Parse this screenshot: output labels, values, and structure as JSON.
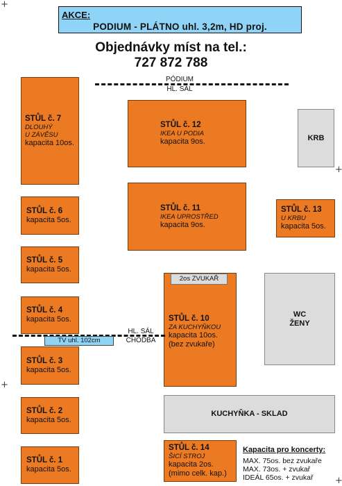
{
  "marks": {
    "crop": "+"
  },
  "banner": {
    "title": "AKCE:",
    "subtitle": "PODIUM - PLÁTNO uhl. 3,2m, HD proj."
  },
  "order": {
    "line1": "Objednávky míst na tel.:",
    "line2": "727 872 788"
  },
  "zones": {
    "podium_top": "PÓDIUM",
    "hall_top": "HL. SÁL",
    "hall_mid": "HL. SÁL",
    "corridor": "CHODBA"
  },
  "tables": [
    {
      "id": "t7",
      "name": "STŮL č. 7",
      "note1": "DLOUHÝ",
      "note2": "U ZÁVĚSU",
      "cap": "kapacita 10os."
    },
    {
      "id": "t12",
      "name": "STŮL č. 12",
      "note1": "IKEA U PODIA",
      "cap": "kapacita 9os."
    },
    {
      "id": "t11",
      "name": "STŮL č. 11",
      "note1": "IKEA UPROSTŘED",
      "cap": "kapacita 9os."
    },
    {
      "id": "t13",
      "name": "STŮL č. 13",
      "note1": "U KRBU",
      "cap": "kapacita 5os."
    },
    {
      "id": "t6",
      "name": "STŮL č. 6",
      "cap": "kapacita 5os."
    },
    {
      "id": "t5",
      "name": "STŮL č. 5",
      "cap": "kapacita 5os."
    },
    {
      "id": "t4",
      "name": "STŮL č. 4",
      "cap": "kapacita 5os."
    },
    {
      "id": "t10",
      "name": "STŮL č. 10",
      "note1": "ZA KUCHYŇKOU",
      "cap": "kapacita 10os.",
      "cap2": "(bez zvukaře)"
    },
    {
      "id": "t3",
      "name": "STŮL č. 3",
      "cap": "kapacita 5os."
    },
    {
      "id": "t2",
      "name": "STŮL č. 2",
      "cap": "kapacita 5os."
    },
    {
      "id": "t1",
      "name": "STŮL č. 1",
      "cap": "kapacita 5os."
    },
    {
      "id": "t14",
      "name": "STŮL č. 14",
      "note1": "ŠICÍ STROJ",
      "cap": "kapacita 2os.",
      "cap2": "(mimo celk. kap.)"
    }
  ],
  "rooms": {
    "krb": "KRB",
    "wc1": "WC",
    "wc2": "ŽENY",
    "kuchynka": "KUCHYŇKA - SKLAD",
    "zvukar": "2os ZVUKAŘ",
    "tv": "TV uhl. 102cm"
  },
  "capacity": {
    "title": "Kapacita pro koncerty:",
    "lines": [
      "MAX. 75os. bez zvukaře",
      "MAX. 73os. + zvukař",
      "IDEÁL 65os. + zvukař"
    ]
  },
  "colors": {
    "table_fill": "#ec7a22",
    "room_fill": "#dcdcdc",
    "banner_fill": "#8fd4f6"
  }
}
